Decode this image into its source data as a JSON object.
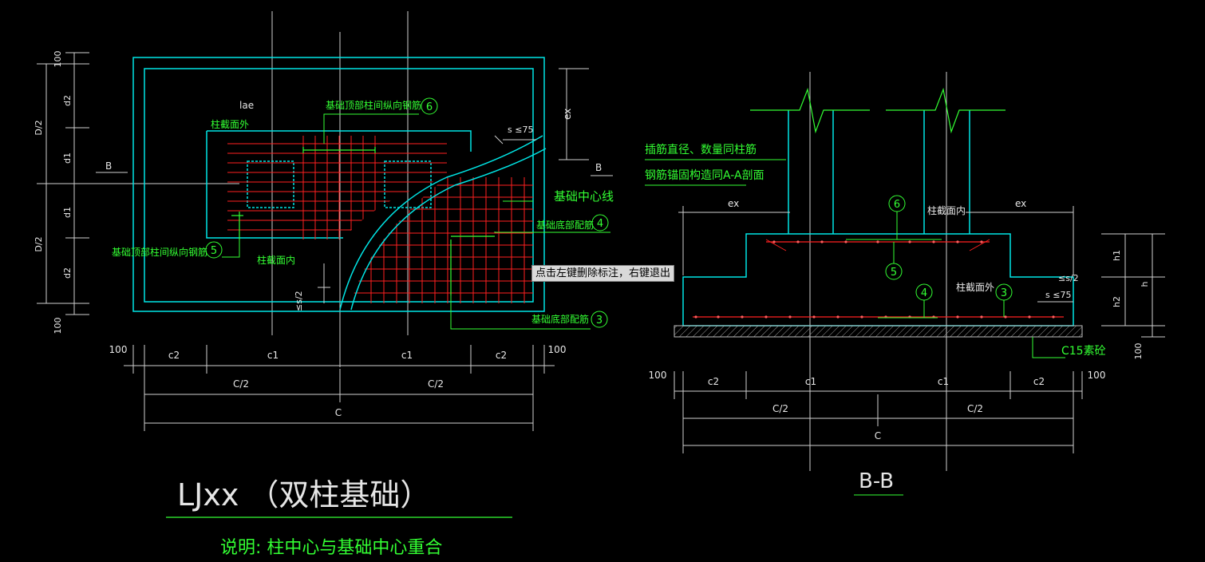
{
  "colors": {
    "background": "#000000",
    "outline_cyan": "#00e5e5",
    "rebar_red": "#ff2020",
    "label_green": "#33ff33",
    "dim_white": "#e6e6e6",
    "axis_white": "#cfcfcf",
    "tooltip_bg": "#d9d9d9"
  },
  "tooltip": "点击左键删除标注，右键退出",
  "plan": {
    "labels": {
      "rebar_top_long": "基础顶部柱间纵向钢筋",
      "rebar_top_lat": "基础顶部柱间纵向钢筋",
      "col_face_out": "柱截面外",
      "col_face_in": "柱截面内",
      "center_line": "基础中心线",
      "bottom_rebar_1": "基础底部配筋",
      "bottom_rebar_2": "基础底部配筋"
    },
    "marks": {
      "m6": "6",
      "m5": "5",
      "m4": "4",
      "m3": "3"
    },
    "section_b": "B",
    "lae": "lae",
    "ex": "ex",
    "s_le_75": "s ≤75",
    "s_half": "≤s/2",
    "dims_left": {
      "d100a": "100",
      "d2a": "d2",
      "d1a": "d1",
      "D2a": "D/2",
      "d1b": "d1",
      "d2b": "d2",
      "D2b": "D/2",
      "d100b": "100"
    },
    "dims_bottom": {
      "w100a": "100",
      "c2a": "c2",
      "c1a": "c1",
      "c1b": "c1",
      "c2b": "c2",
      "w100b": "100",
      "C2a": "C/2",
      "C2b": "C/2",
      "C": "C"
    }
  },
  "section": {
    "title": "B-B",
    "labels": {
      "dowel": "插筋直径、数量同柱筋",
      "anchor": "钢筋锚固构造同A-A剖面",
      "col_face_in": "柱截面内",
      "col_face_out": "柱截面外",
      "concrete": "C15素砼"
    },
    "marks": {
      "m6": "6",
      "m5": "5",
      "m4": "4",
      "m3": "3"
    },
    "ex_left": "ex",
    "ex_right": "ex",
    "s_half": "≤s/2",
    "s_le_75": "s ≤75",
    "dims_right": {
      "h1": "h1",
      "h2": "h2",
      "h": "h",
      "d100": "100"
    },
    "dims_bottom": {
      "w100a": "100",
      "c2a": "c2",
      "c1a": "c1",
      "c1b": "c1",
      "c2b": "c2",
      "w100b": "100",
      "C2a": "C/2",
      "C2b": "C/2",
      "C": "C"
    }
  },
  "title": {
    "main": "LJxx （双柱基础）",
    "note": "说明: 柱中心与基础中心重合"
  }
}
